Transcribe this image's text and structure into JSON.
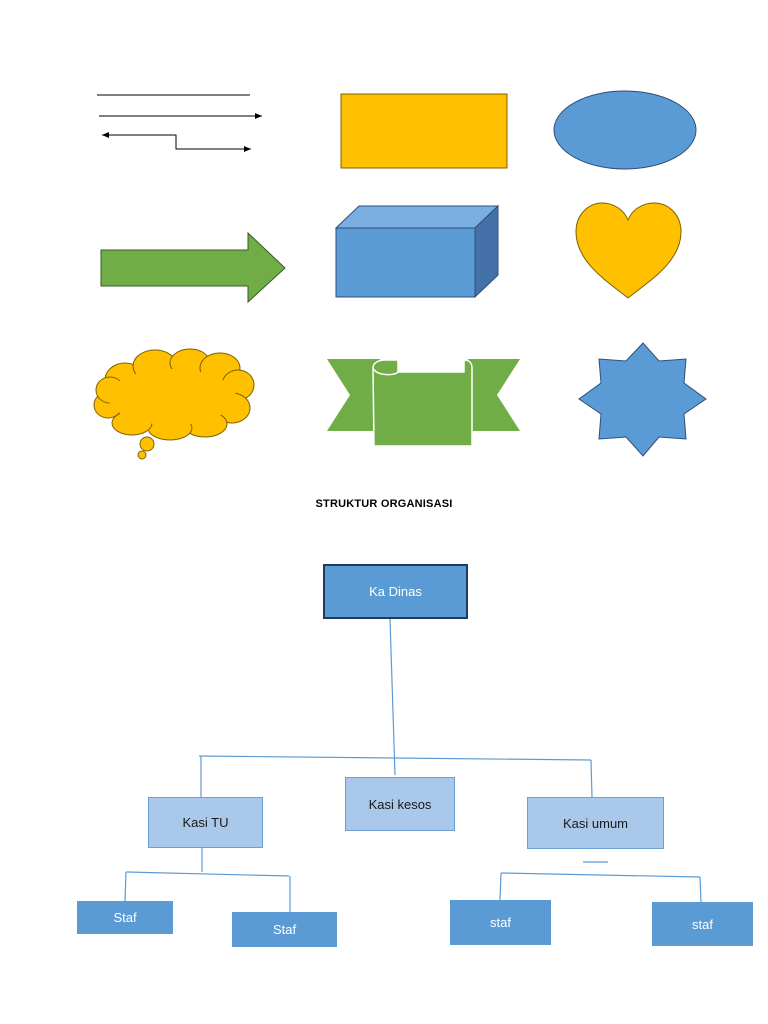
{
  "title": "STRUKTUR ORGANISASI",
  "shapes": {
    "lines_icon": "line-and-arrow-connectors-icon",
    "rectangle_icon": "rectangle-shape-icon",
    "ellipse_icon": "ellipse-shape-icon",
    "arrow_icon": "block-arrow-icon",
    "cube_icon": "cube-shape-icon",
    "heart_icon": "heart-shape-icon",
    "cloud_icon": "thought-cloud-icon",
    "ribbon_icon": "ribbon-banner-icon",
    "star_icon": "eight-point-star-icon"
  },
  "org": {
    "head": "Ka Dinas",
    "sections": [
      "Kasi TU",
      "Kasi kesos",
      "Kasi umum"
    ],
    "staff": [
      "Staf",
      "Staf",
      "staf",
      "staf"
    ]
  },
  "colors": {
    "orange": "#ffc000",
    "blue": "#5b9bd5",
    "green": "#70ad47",
    "light_blue": "#a9c8ea",
    "connector": "#5b9bd5"
  }
}
